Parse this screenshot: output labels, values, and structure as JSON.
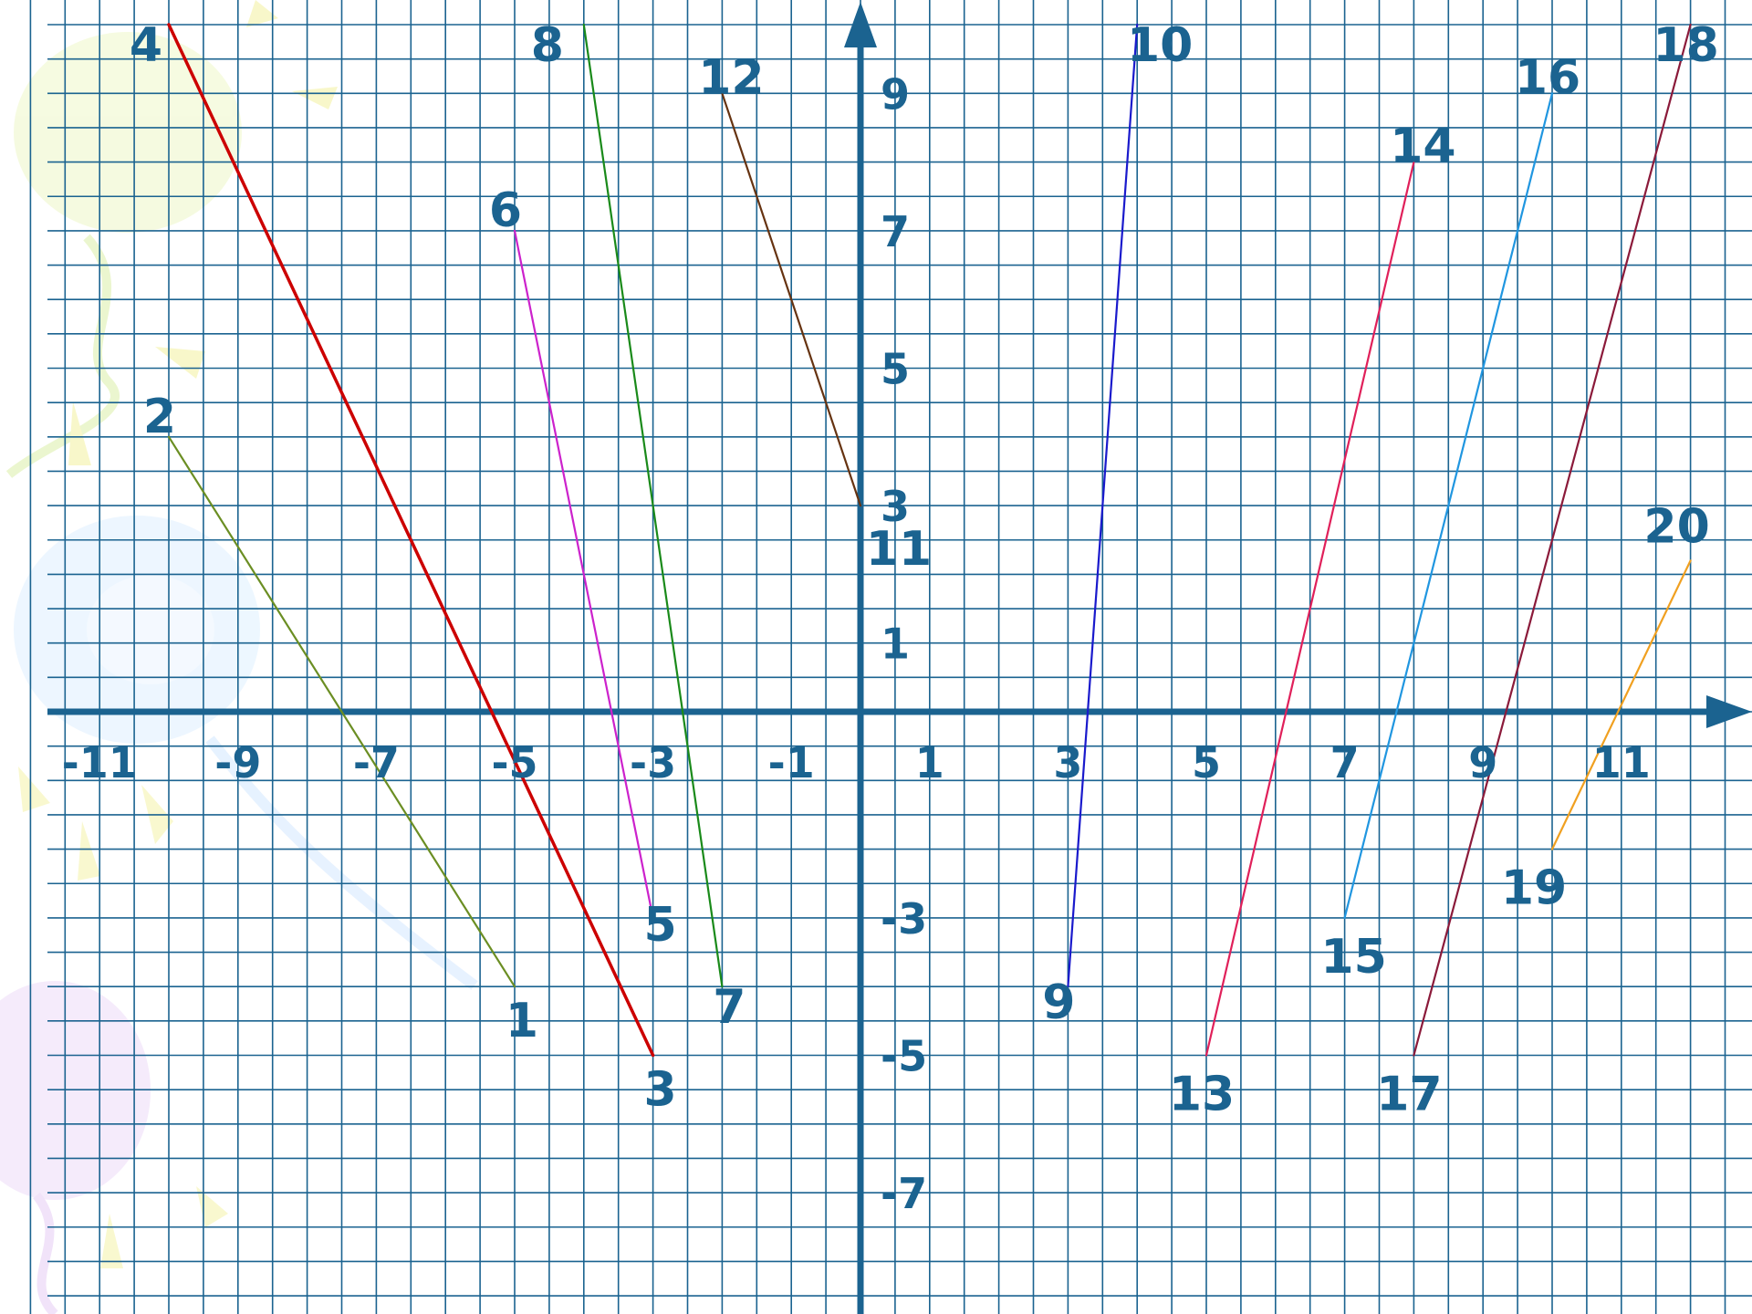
{
  "chart_data": {
    "type": "line",
    "title": "",
    "xlabel": "",
    "ylabel": "",
    "xlim": [
      -12.25,
      12.75
    ],
    "ylim": [
      -8.75,
      10.25
    ],
    "grid": true,
    "x_tick_labels": [
      {
        "value": -11,
        "text": "-11"
      },
      {
        "value": -9,
        "text": "-9"
      },
      {
        "value": -7,
        "text": "-7"
      },
      {
        "value": -5,
        "text": "-5"
      },
      {
        "value": -3,
        "text": "-3"
      },
      {
        "value": -1,
        "text": "-1"
      },
      {
        "value": 1,
        "text": "1"
      },
      {
        "value": 3,
        "text": "3"
      },
      {
        "value": 5,
        "text": "5"
      },
      {
        "value": 7,
        "text": "7"
      },
      {
        "value": 9,
        "text": "9"
      },
      {
        "value": 11,
        "text": "11"
      }
    ],
    "y_tick_labels": [
      {
        "value": 9,
        "text": "9"
      },
      {
        "value": 7,
        "text": "7"
      },
      {
        "value": 5,
        "text": "5"
      },
      {
        "value": 3,
        "text": "3"
      },
      {
        "value": 1,
        "text": "1"
      },
      {
        "value": -3,
        "text": "-3"
      },
      {
        "value": -5,
        "text": "-5"
      },
      {
        "value": -7,
        "text": "-7"
      }
    ],
    "segments": [
      {
        "from": {
          "label": "1",
          "x": -5,
          "y": -4
        },
        "to": {
          "label": "2",
          "x": -10,
          "y": 4
        },
        "color": "#6b8e23"
      },
      {
        "from": {
          "label": "3",
          "x": -3,
          "y": -5
        },
        "to": {
          "label": "4",
          "x": -10,
          "y": 10
        },
        "color": "#cc0000"
      },
      {
        "from": {
          "label": "5",
          "x": -3,
          "y": -3
        },
        "to": {
          "label": "6",
          "x": -5,
          "y": 7
        },
        "color": "#cc22cc"
      },
      {
        "from": {
          "label": "7",
          "x": -2,
          "y": -4
        },
        "to": {
          "label": "8",
          "x": -4,
          "y": 10
        },
        "color": "#1a8a1a"
      },
      {
        "from": {
          "label": "9",
          "x": 3,
          "y": -4
        },
        "to": {
          "label": "10",
          "x": 4,
          "y": 10
        },
        "color": "#1a1acc"
      },
      {
        "from": {
          "label": "11",
          "x": 0,
          "y": 3
        },
        "to": {
          "label": "12",
          "x": -2,
          "y": 9
        },
        "color": "#663311"
      },
      {
        "from": {
          "label": "13",
          "x": 5,
          "y": -5
        },
        "to": {
          "label": "14",
          "x": 8,
          "y": 8
        },
        "color": "#e0205a"
      },
      {
        "from": {
          "label": "15",
          "x": 7,
          "y": -3
        },
        "to": {
          "label": "16",
          "x": 10,
          "y": 9
        },
        "color": "#2096e0"
      },
      {
        "from": {
          "label": "17",
          "x": 8,
          "y": -5
        },
        "to": {
          "label": "18",
          "x": 12,
          "y": 10
        },
        "color": "#8b1a3a"
      },
      {
        "from": {
          "label": "19",
          "x": 10,
          "y": -2
        },
        "to": {
          "label": "20",
          "x": 12,
          "y": 2.2
        },
        "color": "#f0a020"
      }
    ],
    "colors": {
      "axis": "#1b6390",
      "grid": "#1b6390",
      "labels": "#1b6390"
    }
  },
  "decorations": [
    "balloon-yellow",
    "balloon-blue",
    "balloon-purple"
  ]
}
